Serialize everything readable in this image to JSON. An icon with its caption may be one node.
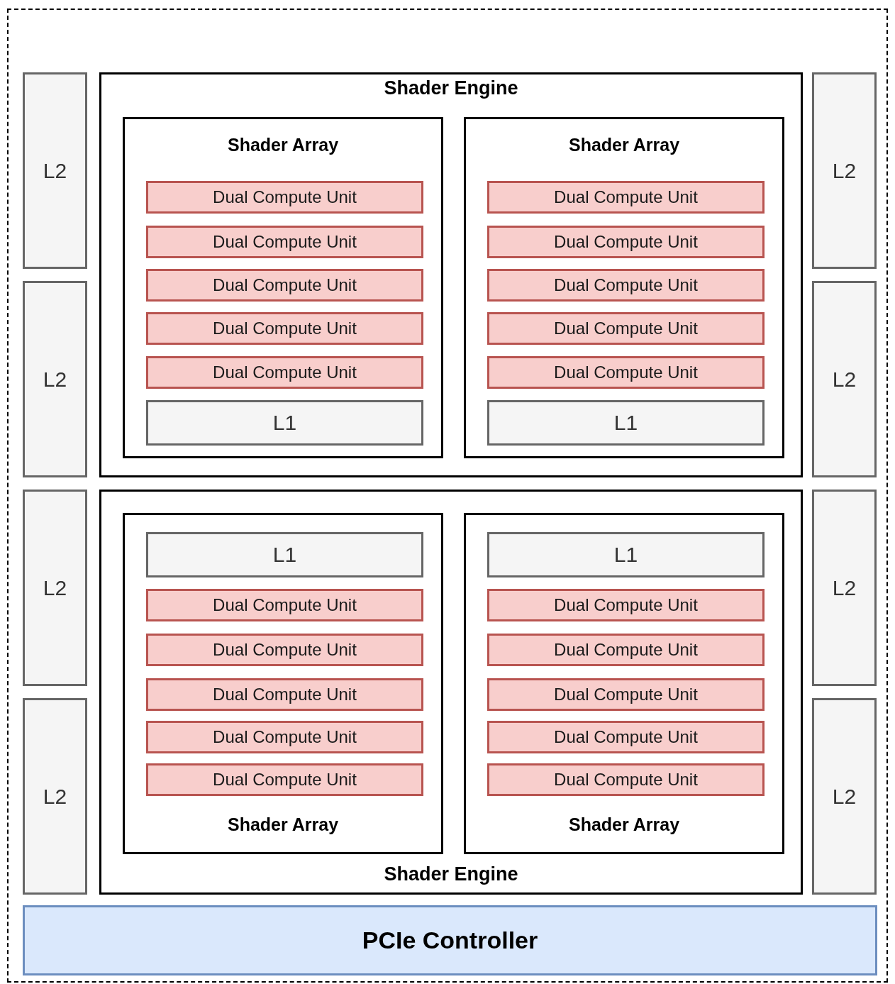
{
  "diagram": {
    "nodes": [
      {
        "text": [],
        "shape": "box"
      },
      {
        "text": [
          "Shader Engine"
        ],
        "in": 0
      },
      {
        "text": [
          "Shader Array"
        ],
        "in": 1
      },
      {
        "text": [
          "Dual Compute Unit"
        ],
        "in": 2
      },
      {
        "text": [
          "Dual Compute Unit"
        ],
        "in": 2
      },
      {
        "text": [
          "Dual Compute Unit"
        ],
        "in": 2
      },
      {
        "text": [
          "Dual Compute Unit"
        ],
        "in": 2
      },
      {
        "text": [
          "Dual Compute Unit"
        ],
        "in": 2
      },
      {
        "text": [
          "L1"
        ],
        "in": 2
      },
      {
        "text": [
          "Shader Array"
        ],
        "in": 1
      },
      {
        "text": [
          "Dual Compute Unit"
        ],
        "in": 9
      },
      {
        "text": [
          "Dual Compute Unit"
        ],
        "in": 9
      },
      {
        "text": [
          "Dual Compute Unit"
        ],
        "in": 9
      },
      {
        "text": [
          "Dual Compute Unit"
        ],
        "in": 9
      },
      {
        "text": [
          "Dual Compute Unit"
        ],
        "in": 9
      },
      {
        "text": [
          "L1"
        ],
        "in": 9
      },
      {
        "text": [
          "Shader Engine"
        ],
        "in": 0
      },
      {
        "text": [
          "Shader Array"
        ],
        "in": 16
      },
      {
        "text": [
          "L1"
        ],
        "in": 17
      },
      {
        "text": [
          "Dual Compute Unit"
        ],
        "in": 17
      },
      {
        "text": [
          "Dual Compute Unit"
        ],
        "in": 17
      },
      {
        "text": [
          "Dual Compute Unit"
        ],
        "in": 17
      },
      {
        "text": [
          "Dual Compute Unit"
        ],
        "in": 17
      },
      {
        "text": [
          "Dual Compute Unit"
        ],
        "in": 17
      },
      {
        "text": [
          "Shader Array"
        ],
        "in": 16
      },
      {
        "text": [
          "L1"
        ],
        "in": 24
      },
      {
        "text": [
          "Dual Compute Unit"
        ],
        "in": 24
      },
      {
        "text": [
          "Dual Compute Unit"
        ],
        "in": 24
      },
      {
        "text": [
          "Dual Compute Unit"
        ],
        "in": 24
      },
      {
        "text": [
          "Dual Compute Unit"
        ],
        "in": 24
      },
      {
        "text": [
          "Dual Compute Unit"
        ],
        "in": 24
      },
      {
        "text": [
          "L2"
        ],
        "in": 0
      },
      {
        "text": [
          "L2"
        ],
        "in": 0
      },
      {
        "text": [
          "L2"
        ],
        "in": 0
      },
      {
        "text": [
          "L2"
        ],
        "in": 0
      },
      {
        "text": [
          "L2"
        ],
        "in": 0
      },
      {
        "text": [
          "L2"
        ],
        "in": 0
      },
      {
        "text": [
          "L2"
        ],
        "in": 0
      },
      {
        "text": [
          "L2"
        ],
        "in": 0
      },
      {
        "text": [
          "PCIe Controller"
        ],
        "in": 0
      }
    ],
    "edges": []
  }
}
